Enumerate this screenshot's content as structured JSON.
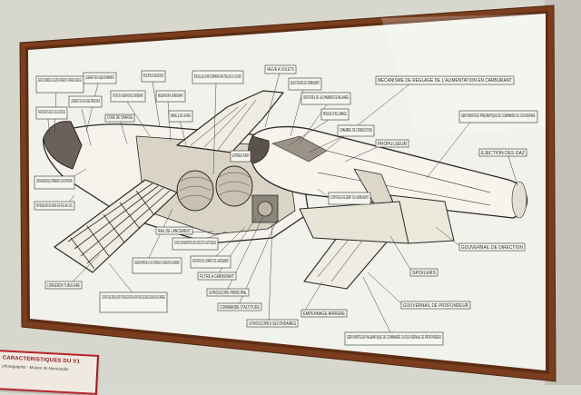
{
  "labels": {
    "l01": "RELAIS DE COMMANDE DE LA SECURITE D'ARMEMENT DE L'APPAREIL DE MISE A FEU",
    "l02": "LOGEMENT DES FUSEES D'ARMEMENT",
    "l03": "BOUCHON DU RESERVOIR",
    "l04": "BOUTEILLES D'AIR COMPRIME FRETTEES DE FIL D'ACIER",
    "l05": "VALVE A VOLETS",
    "l06": "INJECTEURS DE CARBURANT",
    "l07": "MECANISME DE REGLAGE DE L'ALIMENTATION EN CARBURANT",
    "l08": "LOGEMENT DE LA FUSEE PRINCIPALE",
    "l09": "FILTRE DU RESERVOIR DE CARBURANT",
    "l10": "RESERVOIR A CARBURANT",
    "l11": "VENTURES DE LA CHAMBRE DE MELANGE",
    "l12": "PERCUTEUR DE NEZ DE FIL ELECTRIQUE",
    "l13": "CONE DE CHARGE",
    "l14": "MANILLE DE LEVAGE",
    "l15": "BOUGIE D'ALLUMAGE",
    "l16": "SERVOMOTEUR PNEUMATIQUE DE COMMANDE DU GOUVERNAIL",
    "l17": "CHAMBRE DE COMBUSTION",
    "l18": "PROPULSEUR",
    "l19": "ENTREE D'AIR",
    "l20": "EJECTION DES GAZ",
    "l21": "COMPAS MAGNETIQUE COMMANDANT LE GYRO PRINCIPAL",
    "l22": "INVERSEUR DE MISE EN FEU AU SOL",
    "l23": "CONTROLE DE DEBIT DU CARBURANT",
    "l24": "RAIL DE LANCEMENT",
    "l25": "TUYAU D'ALIMENTATION DES CIRCUITS ELECTRIQUES",
    "l26": "GOUVERNAIL DE DIRECTION",
    "l27": "LONGERON PRINCIPAL DE L'AILE TRAVERSANT LE RESERVOIR DE CARBURANT",
    "l28": "FIXATION DU CHARIOT DE LANCEMENT",
    "l29": "FILTRE A CARBURANT",
    "l30": "SPOILERS",
    "l31": "LONGERON TUBULAIRE",
    "l32": "GYROSCOPE PRINCIPAL",
    "l33": "COMMANDE D'ALTITUDE",
    "l34": "GOUVERNAIL DE PROFONDEUR",
    "l35": "CONTOUR LISSE DANS LE BORD D'ATTAQUE DESTINE A LA RUPTURE DES CABLES DES BALLONS DE BARRAGE",
    "l36": "EMPENNAGE ARRIERE",
    "l37": "GYROSCOPES SECONDAIRES",
    "l38": "SERVOMOTEUR PNEUMATIQUE DE COMMANDE DU GOUVERNAIL DE PROFONDEUR"
  },
  "placard": {
    "title": "CARACTERISTIQUES DU V1",
    "subtitle": "photographie - Musee de Normandie"
  },
  "colors": {
    "frame": "#7b3f1f",
    "mat": "#f1f2ec",
    "ink": "#2b2724",
    "wall": "#d6d5cc"
  }
}
